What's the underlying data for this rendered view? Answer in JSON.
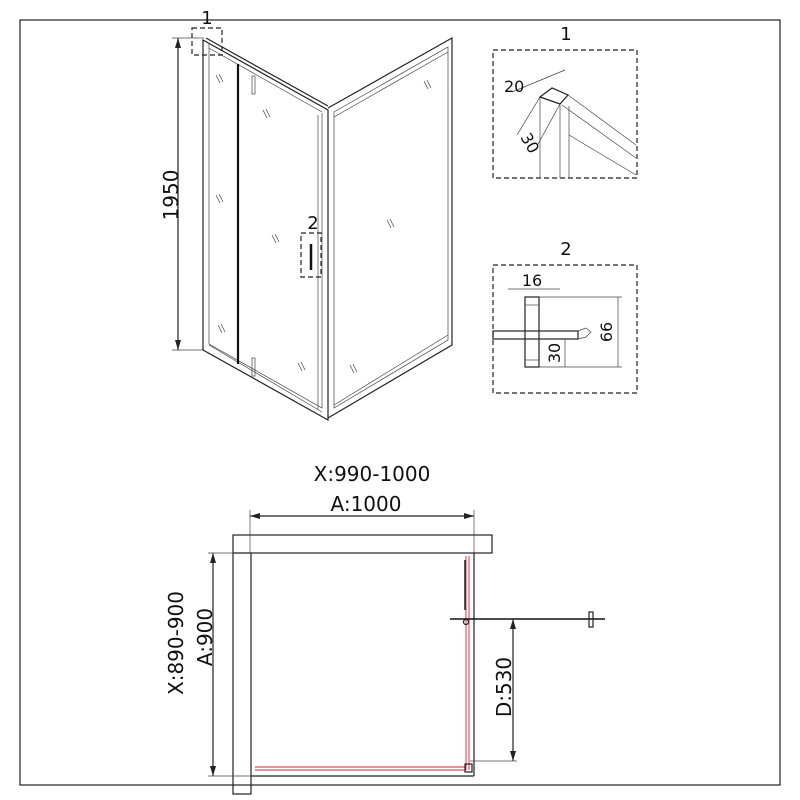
{
  "elevation": {
    "height_label": "1950",
    "callout_1": "1",
    "callout_2": "2"
  },
  "detail_1": {
    "title": "1",
    "dim_a": "20",
    "dim_b": "30"
  },
  "detail_2": {
    "title": "2",
    "dim_a": "16",
    "dim_b": "66",
    "dim_c": "30"
  },
  "plan": {
    "width_range": "X:990-1000",
    "width_nominal": "A:1000",
    "depth_range": "X:890-900",
    "depth_nominal": "A:900",
    "door_opening": "D:530"
  },
  "colors": {
    "line": "#222222",
    "profile_accent": "#dd2233"
  }
}
